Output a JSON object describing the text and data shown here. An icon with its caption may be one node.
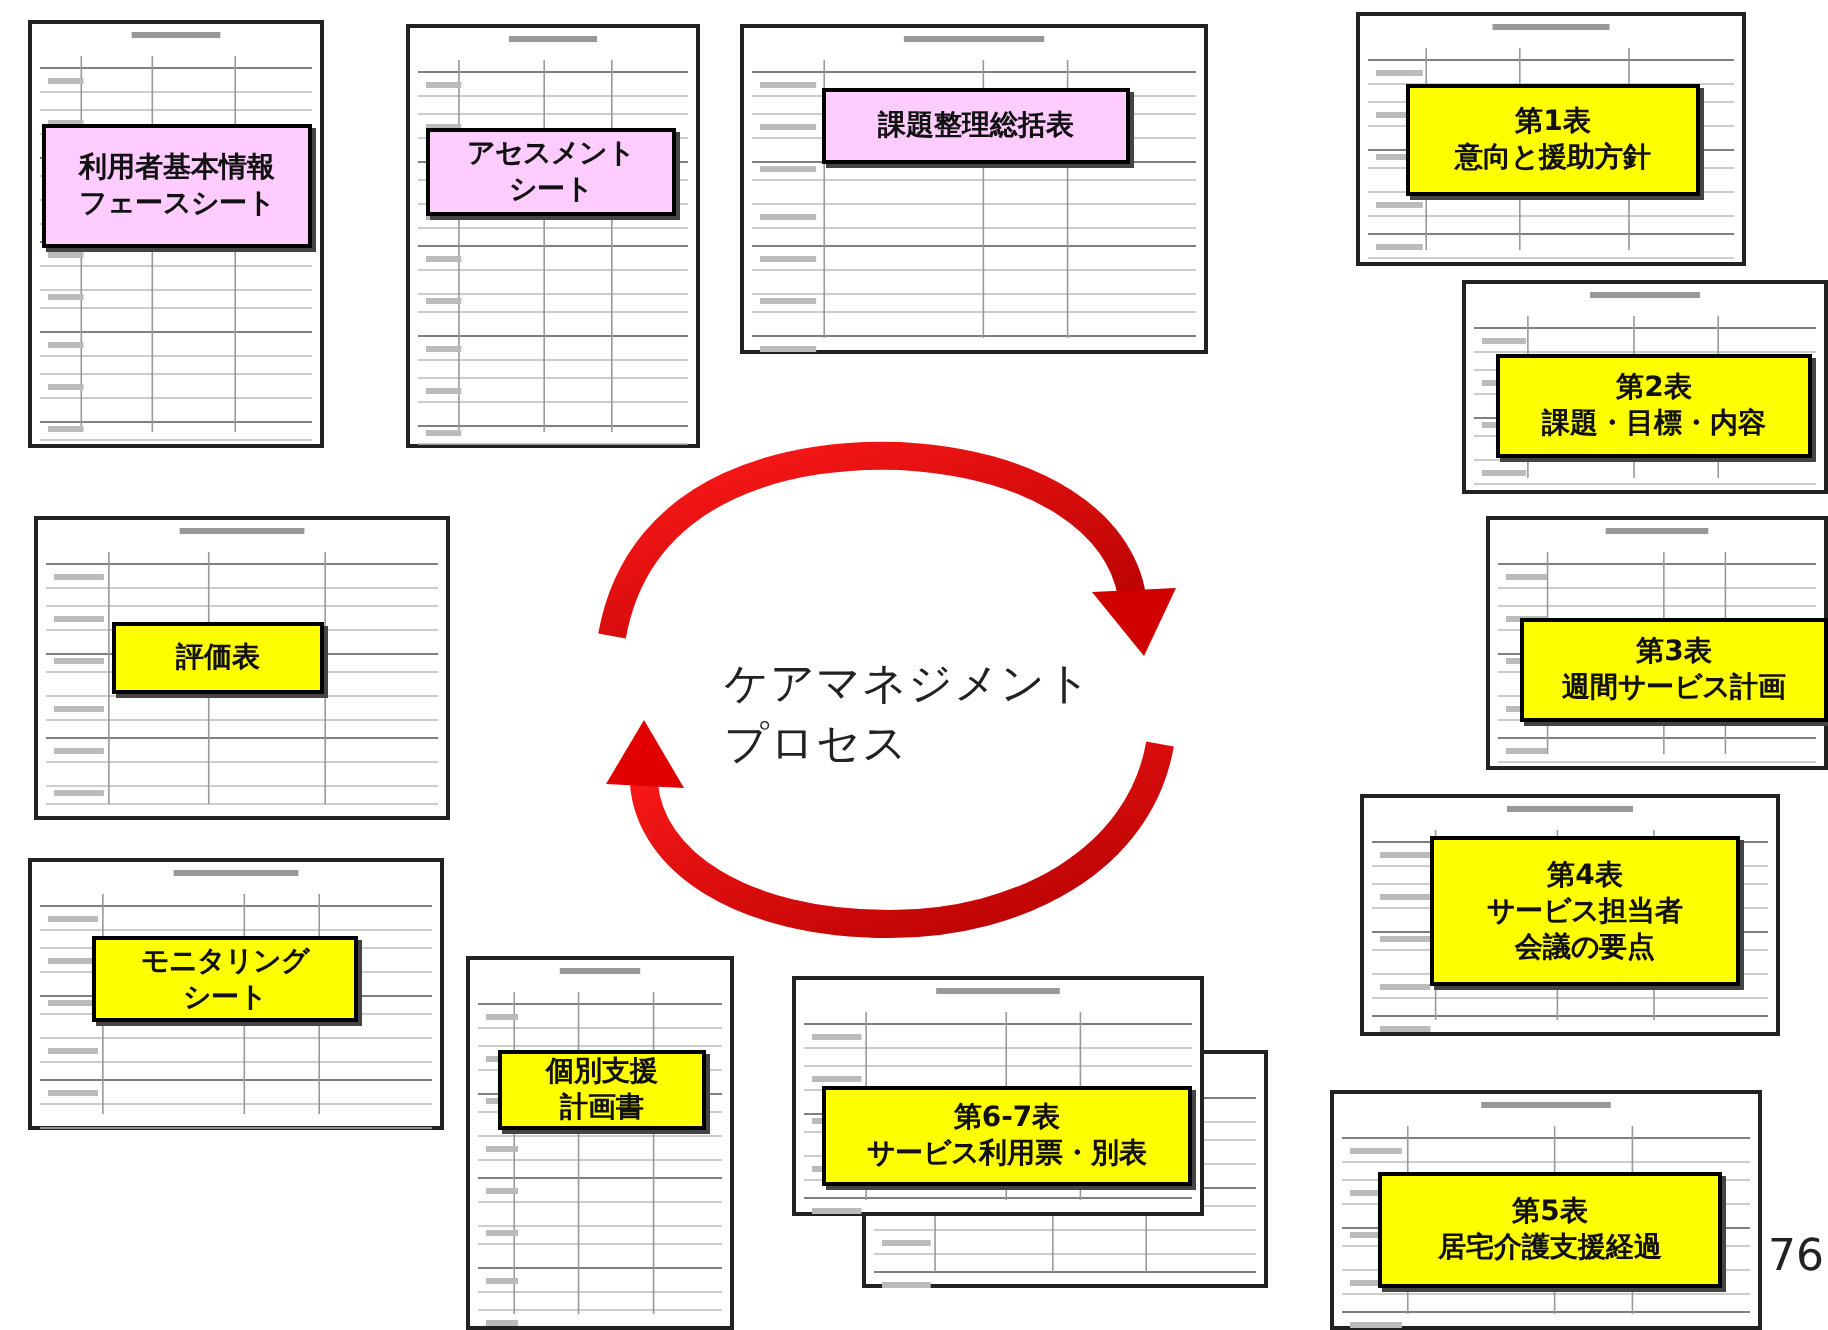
{
  "diagram": {
    "nodes": [
      {
        "text": [
          "利用者基本情報フェースシート"
        ]
      },
      {
        "text": [
          "アセスメントシート"
        ]
      },
      {
        "text": [
          "課題整理総括表"
        ]
      },
      {
        "text": [
          "第1表",
          "意向と援助方針"
        ]
      },
      {
        "text": [
          "第2表",
          "課題・目標・内容"
        ]
      },
      {
        "text": [
          "第3表",
          "週間サービス計画"
        ]
      },
      {
        "text": [
          "評価表"
        ]
      },
      {
        "text": [
          "第4表",
          "サービス担当者会議の要点"
        ]
      },
      {
        "text": [
          "モニタリングシート"
        ]
      },
      {
        "text": [
          "個別支援計画書"
        ]
      },
      {
        "text": [
          "第6-7表",
          "サービス利用票・別表"
        ]
      },
      {
        "text": [
          "第5表",
          "居宅介護支援経過"
        ]
      }
    ],
    "edges": [],
    "labels": [
      "ケアマネジメントプロセス",
      "76"
    ]
  }
}
